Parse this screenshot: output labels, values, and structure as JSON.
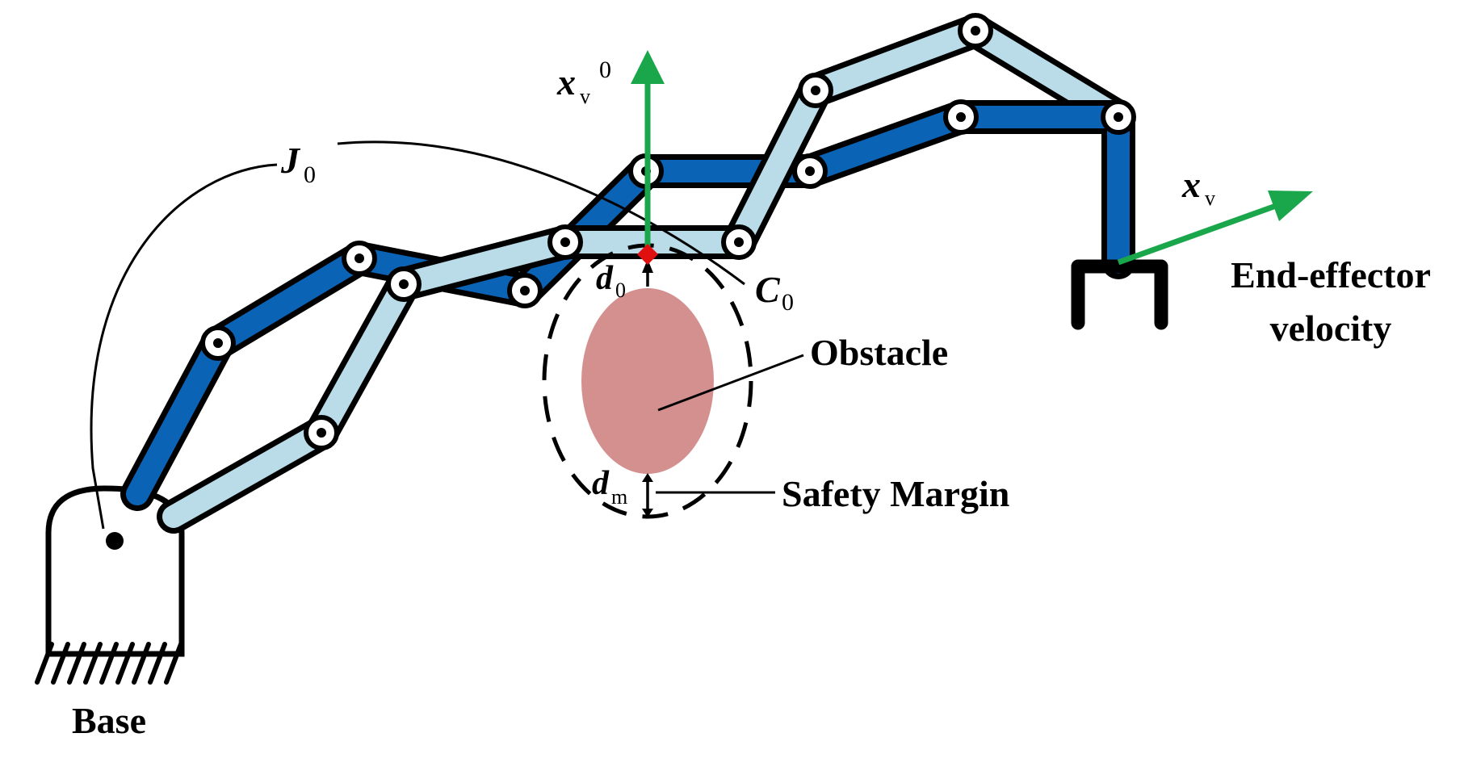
{
  "labels": {
    "base": "Base",
    "obstacle": "Obstacle",
    "safety_margin": "Safety Margin",
    "end_effector_line1": "End-effector",
    "end_effector_line2": "velocity"
  },
  "math": {
    "j0_main": "J",
    "j0_sub": "0",
    "c0_main": "C",
    "c0_sub": "0",
    "d0_main": "d",
    "d0_sub": "0",
    "dm_main": "d",
    "dm_sub": "m",
    "xv_main": "x",
    "xv_sub": "v",
    "xv0_main": "x",
    "xv0_sub": "v",
    "xv0_sup": "0"
  },
  "colors": {
    "dark_link": "#0b63b6",
    "light_link": "#b9dce8",
    "outline": "#000000",
    "obstacle": "#d4908e",
    "velocity_arrow": "#1aa64b",
    "closest_point": "#e01010"
  }
}
